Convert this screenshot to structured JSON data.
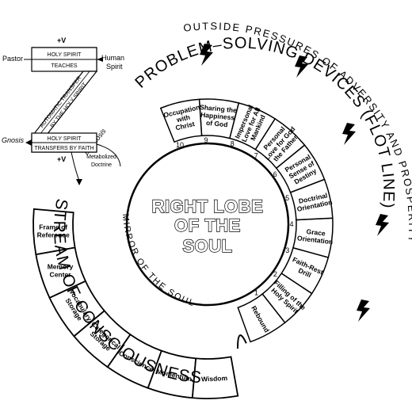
{
  "center": {
    "line1": "RIGHT LOBE",
    "line2": "OF THE",
    "line3": "SOUL"
  },
  "arcs": {
    "outside_pressures": "OUTSIDE PRESSURES OF ADVERSITY AND PROSPERITY",
    "problem_solving": "PROBLEM–SOLVING DEVICES (FLOT LINE)",
    "stream": "STREAM OF CONSCIOUSNESS",
    "mirror": "MIRROR OF THE SOUL",
    "epignosis": "Epignosis"
  },
  "devices": [
    {
      "n": "1",
      "lines": [
        "Rebound"
      ]
    },
    {
      "n": "2",
      "lines": [
        "Filling of the",
        "Holy Spirit"
      ]
    },
    {
      "n": "3",
      "lines": [
        "Faith-Rest",
        "Drill"
      ]
    },
    {
      "n": "4",
      "lines": [
        "Grace",
        "Orientation"
      ]
    },
    {
      "n": "5",
      "lines": [
        "Doctrinal",
        "Orientation"
      ]
    },
    {
      "n": "6",
      "lines": [
        "Personal",
        "Sense of",
        "Destiny"
      ]
    },
    {
      "n": "7",
      "lines": [
        "Personal",
        "Love for God",
        "the Father"
      ]
    },
    {
      "n": "8",
      "lines": [
        "Impersonal",
        "Love for All",
        "Mankind"
      ]
    },
    {
      "n": "9",
      "lines": [
        "Sharing the",
        "Happiness",
        "of God"
      ]
    },
    {
      "n": "10",
      "lines": [
        "Occupation",
        "with",
        "Christ"
      ]
    }
  ],
  "stream_items": [
    {
      "lines": [
        "Frame of",
        "Reference"
      ]
    },
    {
      "lines": [
        "Memory",
        "Center"
      ]
    },
    {
      "lines": [
        "Vocabulary",
        "Storage"
      ]
    },
    {
      "lines": [
        "Categorical",
        "Storage"
      ]
    },
    {
      "lines": [
        "Conscience"
      ]
    },
    {
      "lines": [
        "Momentum"
      ]
    },
    {
      "lines": [
        "Wisdom"
      ]
    }
  ],
  "transfer": {
    "pastor": "Pastor",
    "human_spirit_1": "Human",
    "human_spirit_2": "Spirit",
    "gnosis": "Gnosis",
    "plus_v_top": "+V",
    "plus_v_bottom": "+V",
    "box_top_1": "HOLY SPIRIT",
    "box_top_2": "TEACHES",
    "diag_1": "AUTOMATIC TRANSFER",
    "diag_2": "BY THE HOLY SPIRIT",
    "box_bot_1": "HOLY SPIRIT",
    "box_bot_2": "TRANSFERS BY FAITH",
    "metabolized_1": "Metabolized",
    "metabolized_2": "Doctrine"
  }
}
